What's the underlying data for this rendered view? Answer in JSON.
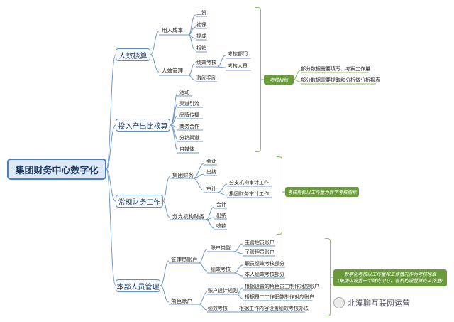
{
  "root": "集团财务中心数字化",
  "branches": {
    "b1": "人效核算",
    "b2": "投入产出比核算",
    "b3": "常规财务工作",
    "b4": "本部人员管理"
  },
  "hr_cost": {
    "label": "用人成本",
    "items": [
      "工资",
      "社保",
      "提成",
      "报销"
    ]
  },
  "hr_manage": {
    "label": "人效管理",
    "perf": "绩效考核",
    "perf_items": [
      "考核部门",
      "考核人员"
    ],
    "incentive": "激励奖励"
  },
  "tag1": "考核指标",
  "tag1_notes": [
    "部分数据需要填写、考察工作量",
    "部分数据需要提取和分析做分析报表"
  ],
  "roi_items": [
    "活动",
    "渠道引流",
    "品牌传播",
    "商务合作",
    "分销渠道",
    "自媒体"
  ],
  "group_fin": {
    "label": "集团财务",
    "items": [
      "会计",
      "出纳",
      "审计"
    ],
    "audit_items": [
      "分支机构审计工作",
      "集团财务审计工作"
    ]
  },
  "branch_fin": {
    "label": "分支机构财务",
    "items": [
      "会计",
      "出纳",
      "收款"
    ]
  },
  "tag2": "考核指标以工作量为数字考核指标",
  "admin_acct": {
    "label": "管理员账户",
    "type": "账户类型",
    "type_items": [
      "主管理员账户",
      "子管理员账户"
    ],
    "perf": "绩效考核",
    "perf_items": [
      "职员绩效考核部分",
      "本人绩效考核部分"
    ]
  },
  "role_acct": {
    "label": "角色账户",
    "rules": "账户设计规则",
    "rule_items": [
      "根据设置的角色员工制作对应账户",
      "根据员工工作职能制作对应账户"
    ],
    "perf": "绩效考核",
    "perf_note": "根据工作内容设置绩效考核办法"
  },
  "tag3": [
    "数字化考核以工作量和工作情况作为考核标准",
    "(集团仅设置一个财务中心、各机构设置财务工作室)"
  ],
  "watermark": "北漠聊互联网运营",
  "colors": {
    "line": "#5b8fc9",
    "accent": "#6a9b3a",
    "bracket": "#8fbf5f"
  }
}
